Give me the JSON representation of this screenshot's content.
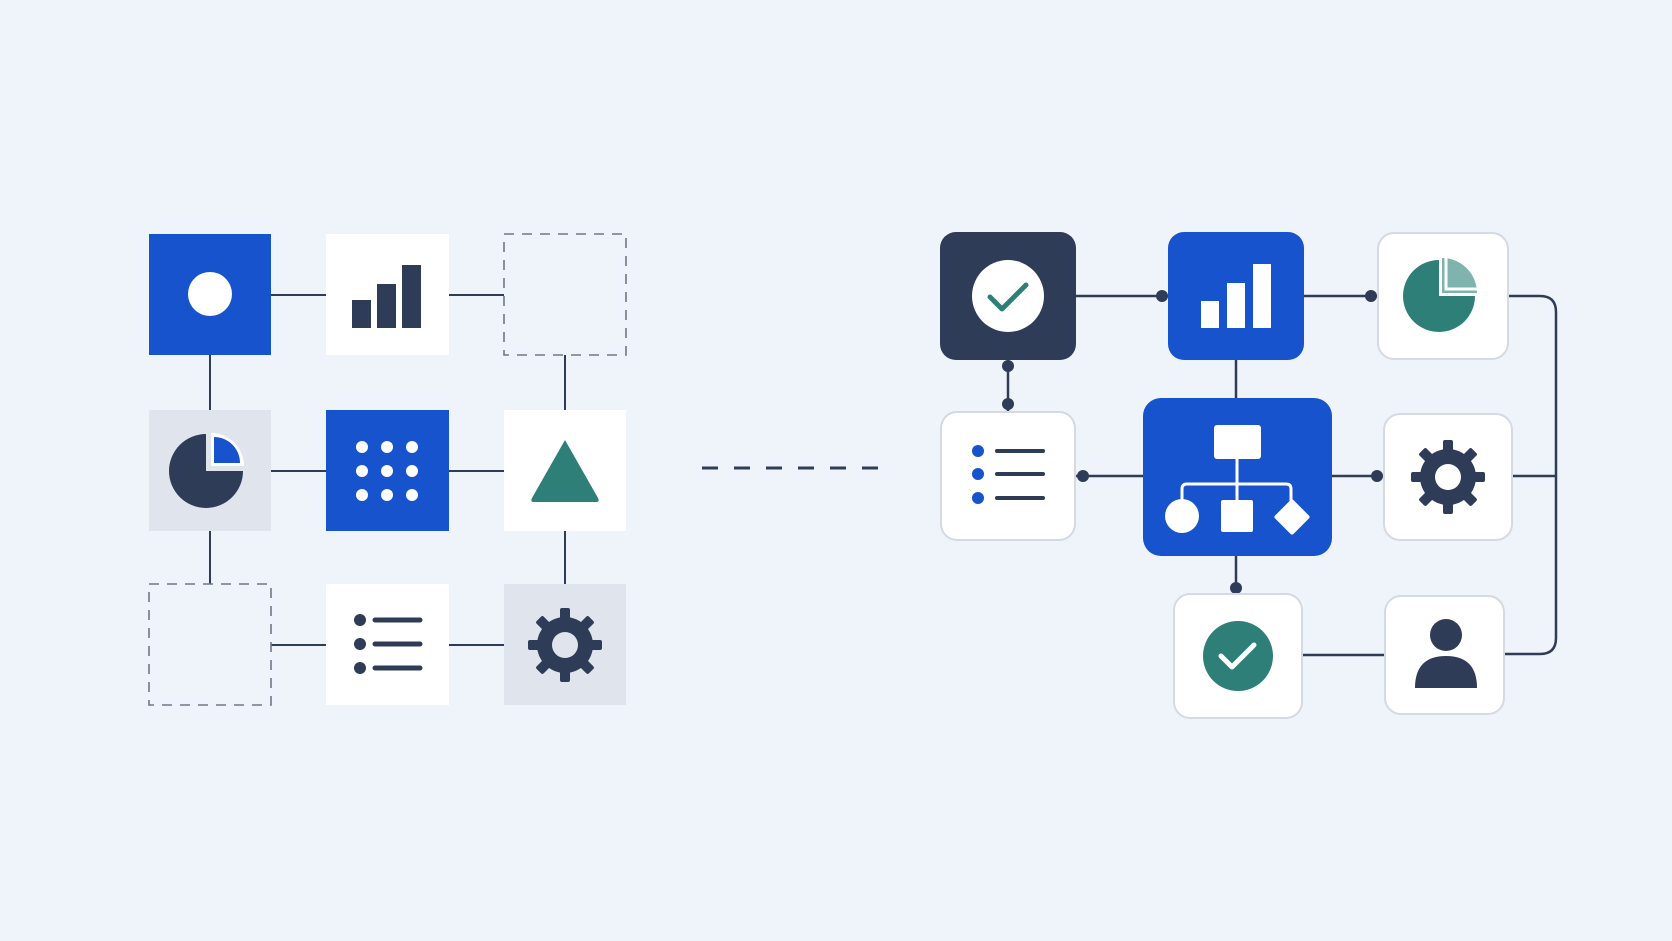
{
  "colors": {
    "background": "#eff4fb",
    "brand_blue": "#1653cc",
    "navy": "#2e3c58",
    "teal": "#2e7f78",
    "teal_light": "#7fb3ae",
    "light_gray": "#dfe4ed",
    "white": "#ffffff",
    "card_border": "#d4d9e2",
    "dashed_border": "#6f7888"
  },
  "left_grid": {
    "nodes": [
      {
        "id": "circle-tile",
        "icon": "circle-icon",
        "fill": "brand_blue"
      },
      {
        "id": "bar-chart-tile",
        "icon": "bar-chart-icon",
        "fill": "white"
      },
      {
        "id": "empty-slot-top-right",
        "icon": "none",
        "fill": "dashed"
      },
      {
        "id": "pie-chart-tile",
        "icon": "pie-chart-icon",
        "fill": "light_gray"
      },
      {
        "id": "dot-grid-tile",
        "icon": "dot-grid-icon",
        "fill": "brand_blue"
      },
      {
        "id": "triangle-tile",
        "icon": "triangle-icon",
        "fill": "white"
      },
      {
        "id": "empty-slot-bottom-left",
        "icon": "none",
        "fill": "dashed"
      },
      {
        "id": "list-tile",
        "icon": "list-icon",
        "fill": "white"
      },
      {
        "id": "settings-tile",
        "icon": "gear-icon",
        "fill": "light_gray"
      }
    ]
  },
  "right_flow": {
    "nodes": [
      {
        "id": "approval-node",
        "icon": "check-circle-icon",
        "fill": "navy"
      },
      {
        "id": "analytics-node",
        "icon": "bar-chart-icon",
        "fill": "brand_blue"
      },
      {
        "id": "report-node",
        "icon": "pie-chart-icon",
        "fill": "white"
      },
      {
        "id": "checklist-node",
        "icon": "list-icon",
        "fill": "white"
      },
      {
        "id": "workflow-hub-node",
        "icon": "flowchart-icon",
        "fill": "brand_blue"
      },
      {
        "id": "settings-node",
        "icon": "gear-icon",
        "fill": "white"
      },
      {
        "id": "verified-node",
        "icon": "check-circle-icon",
        "fill": "white"
      },
      {
        "id": "user-node",
        "icon": "user-icon",
        "fill": "white"
      }
    ]
  }
}
